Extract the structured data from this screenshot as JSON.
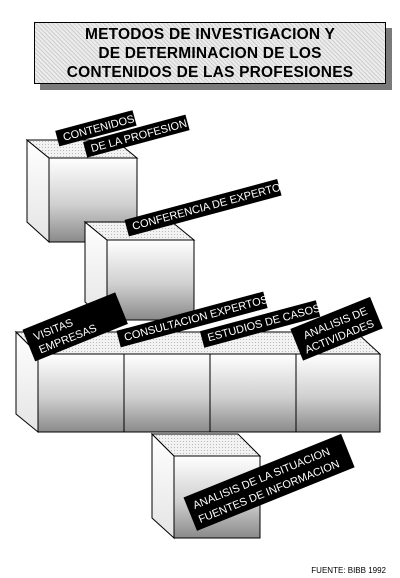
{
  "title": "METODOS DE INVESTIGACION Y\nDE DETERMINACION DE LOS\nCONTENIDOS DE LAS PROFESIONES",
  "labels": {
    "contenidos_1": "CONTENIDOS",
    "contenidos_2": "DE LA PROFESION",
    "conferencia": "CONFERENCIA DE EXPERTOS",
    "visitas_1": "VISITAS",
    "visitas_2": "EMPRESAS",
    "consultacion": "CONSULTACION EXPERTOS",
    "estudios": "ESTUDIOS DE CASOS",
    "analisis_act_1": "ANALISIS DE",
    "analisis_act_2": "ACTIVIDADES",
    "analisis_sit_1": "ANALISIS DE LA SITUACION",
    "analisis_sit_2": "FUENTES DE INFORMACION"
  },
  "source": "FUENTE: BIBB 1992"
}
